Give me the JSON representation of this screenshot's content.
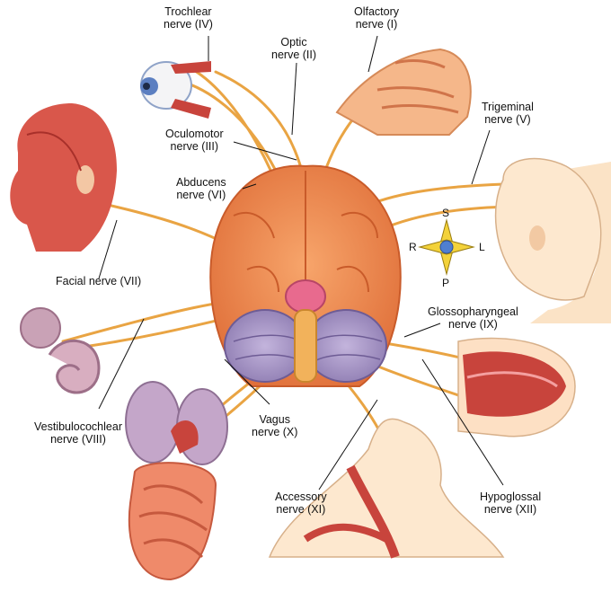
{
  "labels": {
    "trochlear": {
      "line1": "Trochlear",
      "line2": "nerve (IV)"
    },
    "olfactory": {
      "line1": "Olfactory",
      "line2": "nerve (I)"
    },
    "optic": {
      "line1": "Optic",
      "line2": "nerve (II)"
    },
    "trigeminal": {
      "line1": "Trigeminal",
      "line2": "nerve (V)"
    },
    "oculomotor": {
      "line1": "Oculomotor",
      "line2": "nerve (III)"
    },
    "abducens": {
      "line1": "Abducens",
      "line2": "nerve (VI)"
    },
    "facial": {
      "line1": "Facial nerve (VII)"
    },
    "glossopharyngeal": {
      "line1": "Glossopharyngeal",
      "line2": "nerve (IX)"
    },
    "vestibulocochlear": {
      "line1": "Vestibulocochlear",
      "line2": "nerve (VIII)"
    },
    "vagus": {
      "line1": "Vagus",
      "line2": "nerve (X)"
    },
    "accessory": {
      "line1": "Accessory",
      "line2": "nerve (XI)"
    },
    "hypoglossal": {
      "line1": "Hypoglossal",
      "line2": "nerve (XII)"
    }
  },
  "compass": {
    "superior": "S",
    "posterior": "P",
    "right": "R",
    "left": "L"
  },
  "colors": {
    "nerve": "#e9a443",
    "brain": "#f08a4b",
    "cerebellum": "#9b8bbf",
    "muscle": "#c8443c",
    "skin": "#fbe3c6",
    "compass": "#f3d23a"
  }
}
